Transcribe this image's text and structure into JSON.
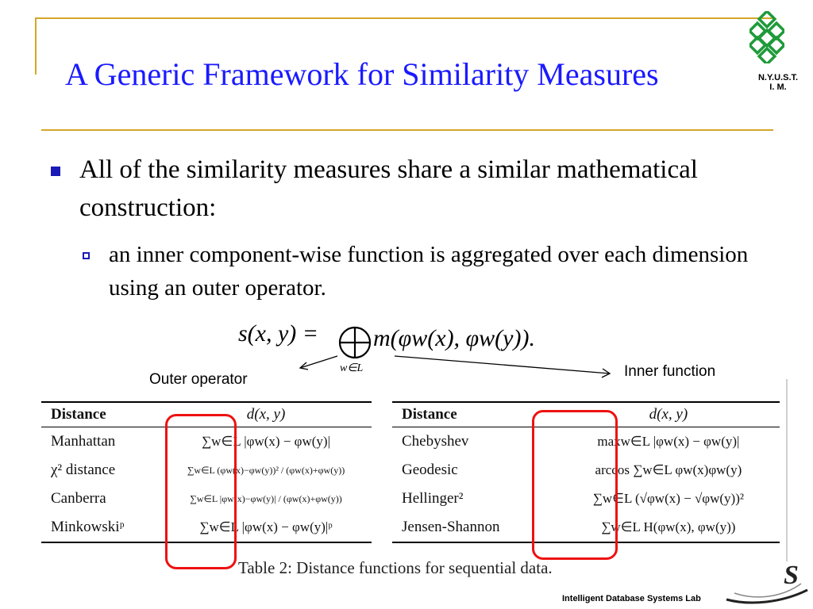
{
  "slide": {
    "title": "A Generic Framework for Similarity Measures",
    "logo_text": "N.Y.U.S.T.\nI. M.",
    "bullet": "All of the similarity measures share a similar mathematical construction:",
    "sub_bullet": "an inner component-wise function is aggregated over each dimension using an outer operator.",
    "formula_left": "s(x, y) =",
    "formula_right": "m(φw(x), φw(y)).",
    "formula_sub": "w∈L",
    "outer_label": "Outer operator",
    "inner_label": "Inner function",
    "caption": "Table 2: Distance functions for sequential data.",
    "footer": "Intelligent Database Systems Lab"
  },
  "table_left": {
    "headers": [
      "Distance",
      "d(x, y)"
    ],
    "rows": [
      [
        "Manhattan",
        "∑w∈L |φw(x) − φw(y)|"
      ],
      [
        "χ² distance",
        "∑w∈L (φw(x)−φw(y))² / (φw(x)+φw(y))"
      ],
      [
        "Canberra",
        "∑w∈L |φw(x)−φw(y)| / (φw(x)+φw(y))"
      ],
      [
        "Minkowskiᵖ",
        "∑w∈L |φw(x) − φw(y)|ᵖ"
      ]
    ]
  },
  "table_right": {
    "headers": [
      "Distance",
      "d(x, y)"
    ],
    "rows": [
      [
        "Chebyshev",
        "maxw∈L |φw(x) − φw(y)|"
      ],
      [
        "Geodesic",
        "arccos ∑w∈L φw(x)φw(y)"
      ],
      [
        "Hellinger²",
        "∑w∈L (√φw(x) − √φw(y))²"
      ],
      [
        "Jensen-Shannon",
        "∑w∈L H(φw(x), φw(y))"
      ]
    ]
  },
  "colors": {
    "title": "#1a1aff",
    "rule": "#d4a62a",
    "bullet": "#1a1ab8",
    "highlight": "#ee1111",
    "logo": "#1f9a3a"
  }
}
